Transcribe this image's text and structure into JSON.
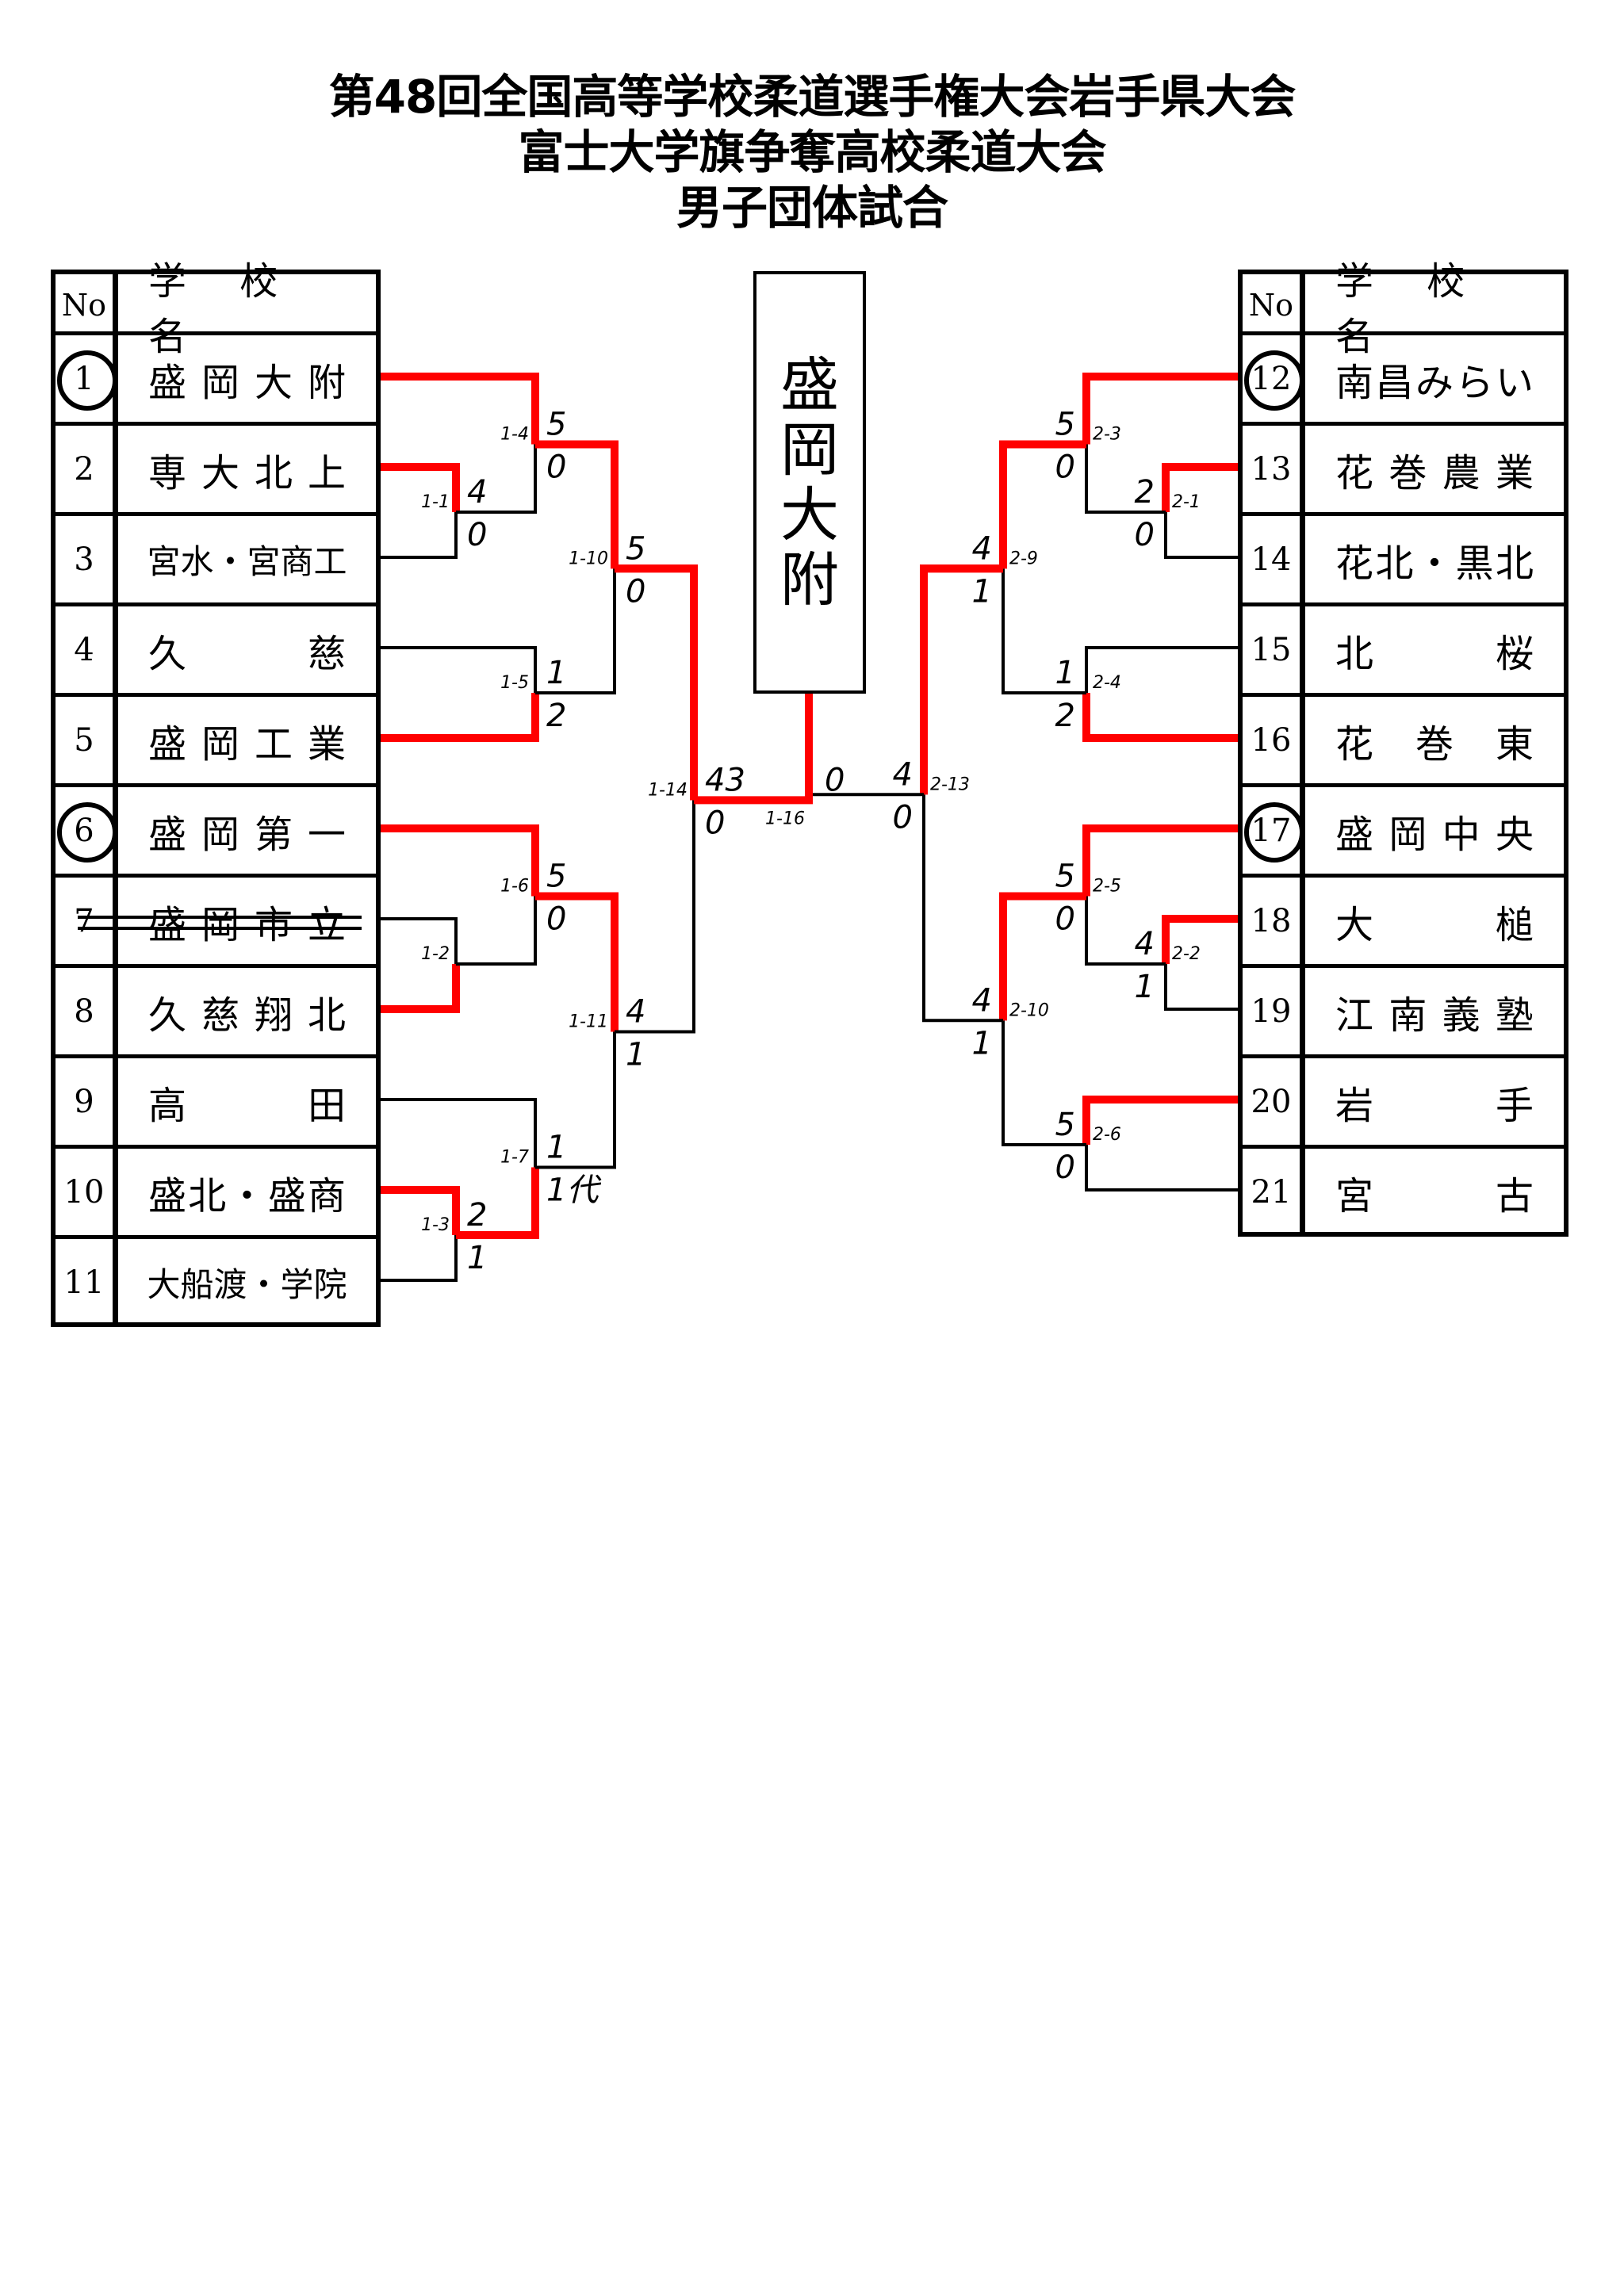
{
  "title": {
    "line1": "第48回全国高等学校柔道選手権大会岩手県大会",
    "line2": "富士大学旗争奪高校柔道大会",
    "line3": "男子団体試合"
  },
  "table_header": {
    "no": "No",
    "name": "学 校 名"
  },
  "champion": [
    "盛",
    "岡",
    "大",
    "附"
  ],
  "colors": {
    "winner_line": "#ff0000",
    "line": "#000000"
  },
  "left_teams": [
    {
      "no": "1",
      "name": [
        "盛",
        "岡",
        "大",
        "附"
      ],
      "seed": true,
      "withdrawn": false
    },
    {
      "no": "2",
      "name": [
        "専",
        "大",
        "北",
        "上"
      ],
      "seed": false,
      "withdrawn": false
    },
    {
      "no": "3",
      "name": [
        "宮水・宮商工"
      ],
      "seed": false,
      "withdrawn": false
    },
    {
      "no": "4",
      "name": [
        "久",
        "慈"
      ],
      "seed": false,
      "withdrawn": false
    },
    {
      "no": "5",
      "name": [
        "盛",
        "岡",
        "工",
        "業"
      ],
      "seed": false,
      "withdrawn": false
    },
    {
      "no": "6",
      "name": [
        "盛",
        "岡",
        "第",
        "一"
      ],
      "seed": true,
      "withdrawn": false
    },
    {
      "no": "7",
      "name": [
        "盛",
        "岡",
        "市",
        "立"
      ],
      "seed": false,
      "withdrawn": true
    },
    {
      "no": "8",
      "name": [
        "久",
        "慈",
        "翔",
        "北"
      ],
      "seed": false,
      "withdrawn": false
    },
    {
      "no": "9",
      "name": [
        "高",
        "田"
      ],
      "seed": false,
      "withdrawn": false
    },
    {
      "no": "10",
      "name": [
        "盛",
        "北",
        "・",
        "盛",
        "商"
      ],
      "seed": false,
      "withdrawn": false
    },
    {
      "no": "11",
      "name": [
        "大船渡・学院"
      ],
      "seed": false,
      "withdrawn": false
    }
  ],
  "right_teams": [
    {
      "no": "12",
      "name": [
        "南",
        "昌",
        "み",
        "ら",
        "い"
      ],
      "seed": true
    },
    {
      "no": "13",
      "name": [
        "花",
        "巻",
        "農",
        "業"
      ],
      "seed": false
    },
    {
      "no": "14",
      "name": [
        "花",
        "北",
        "・",
        "黒",
        "北"
      ],
      "seed": false
    },
    {
      "no": "15",
      "name": [
        "北",
        "桜"
      ],
      "seed": false
    },
    {
      "no": "16",
      "name": [
        "花",
        "巻",
        "東"
      ],
      "seed": false
    },
    {
      "no": "17",
      "name": [
        "盛",
        "岡",
        "中",
        "央"
      ],
      "seed": true
    },
    {
      "no": "18",
      "name": [
        "大",
        "槌"
      ],
      "seed": false
    },
    {
      "no": "19",
      "name": [
        "江",
        "南",
        "義",
        "塾"
      ],
      "seed": false
    },
    {
      "no": "20",
      "name": [
        "岩",
        "手"
      ],
      "seed": false
    },
    {
      "no": "21",
      "name": [
        "宮",
        "古"
      ],
      "seed": false
    }
  ],
  "matches": [
    {
      "id": "1-1",
      "top_score": "4",
      "bottom_score": "0",
      "winner": "top"
    },
    {
      "id": "1-2",
      "top_score": "",
      "bottom_score": "",
      "winner": "bottom"
    },
    {
      "id": "1-3",
      "top_score": "2",
      "bottom_score": "1",
      "winner": "top"
    },
    {
      "id": "1-4",
      "top_score": "5",
      "bottom_score": "0",
      "winner": "top"
    },
    {
      "id": "1-5",
      "top_score": "1",
      "bottom_score": "2",
      "winner": "bottom"
    },
    {
      "id": "1-6",
      "top_score": "5",
      "bottom_score": "0",
      "winner": "top"
    },
    {
      "id": "1-7",
      "top_score": "1",
      "bottom_score": "1代",
      "winner": "bottom"
    },
    {
      "id": "1-10",
      "top_score": "5",
      "bottom_score": "0",
      "winner": "top"
    },
    {
      "id": "1-11",
      "top_score": "4",
      "bottom_score": "1",
      "winner": "top"
    },
    {
      "id": "1-14",
      "top_score": "4",
      "bottom_score": "0",
      "winner": "top"
    },
    {
      "id": "1-16",
      "top_score": "3",
      "bottom_score": "0",
      "winner": "left"
    },
    {
      "id": "2-1",
      "top_score": "2",
      "bottom_score": "0",
      "winner": "top"
    },
    {
      "id": "2-2",
      "top_score": "4",
      "bottom_score": "1",
      "winner": "top"
    },
    {
      "id": "2-3",
      "top_score": "5",
      "bottom_score": "0",
      "winner": "top"
    },
    {
      "id": "2-4",
      "top_score": "1",
      "bottom_score": "2",
      "winner": "bottom"
    },
    {
      "id": "2-5",
      "top_score": "5",
      "bottom_score": "0",
      "winner": "top"
    },
    {
      "id": "2-6",
      "top_score": "5",
      "bottom_score": "0",
      "winner": "top"
    },
    {
      "id": "2-9",
      "top_score": "4",
      "bottom_score": "1",
      "winner": "top"
    },
    {
      "id": "2-10",
      "top_score": "4",
      "bottom_score": "1",
      "winner": "top"
    },
    {
      "id": "2-13",
      "top_score": "4",
      "bottom_score": "0",
      "winner": "top"
    }
  ]
}
